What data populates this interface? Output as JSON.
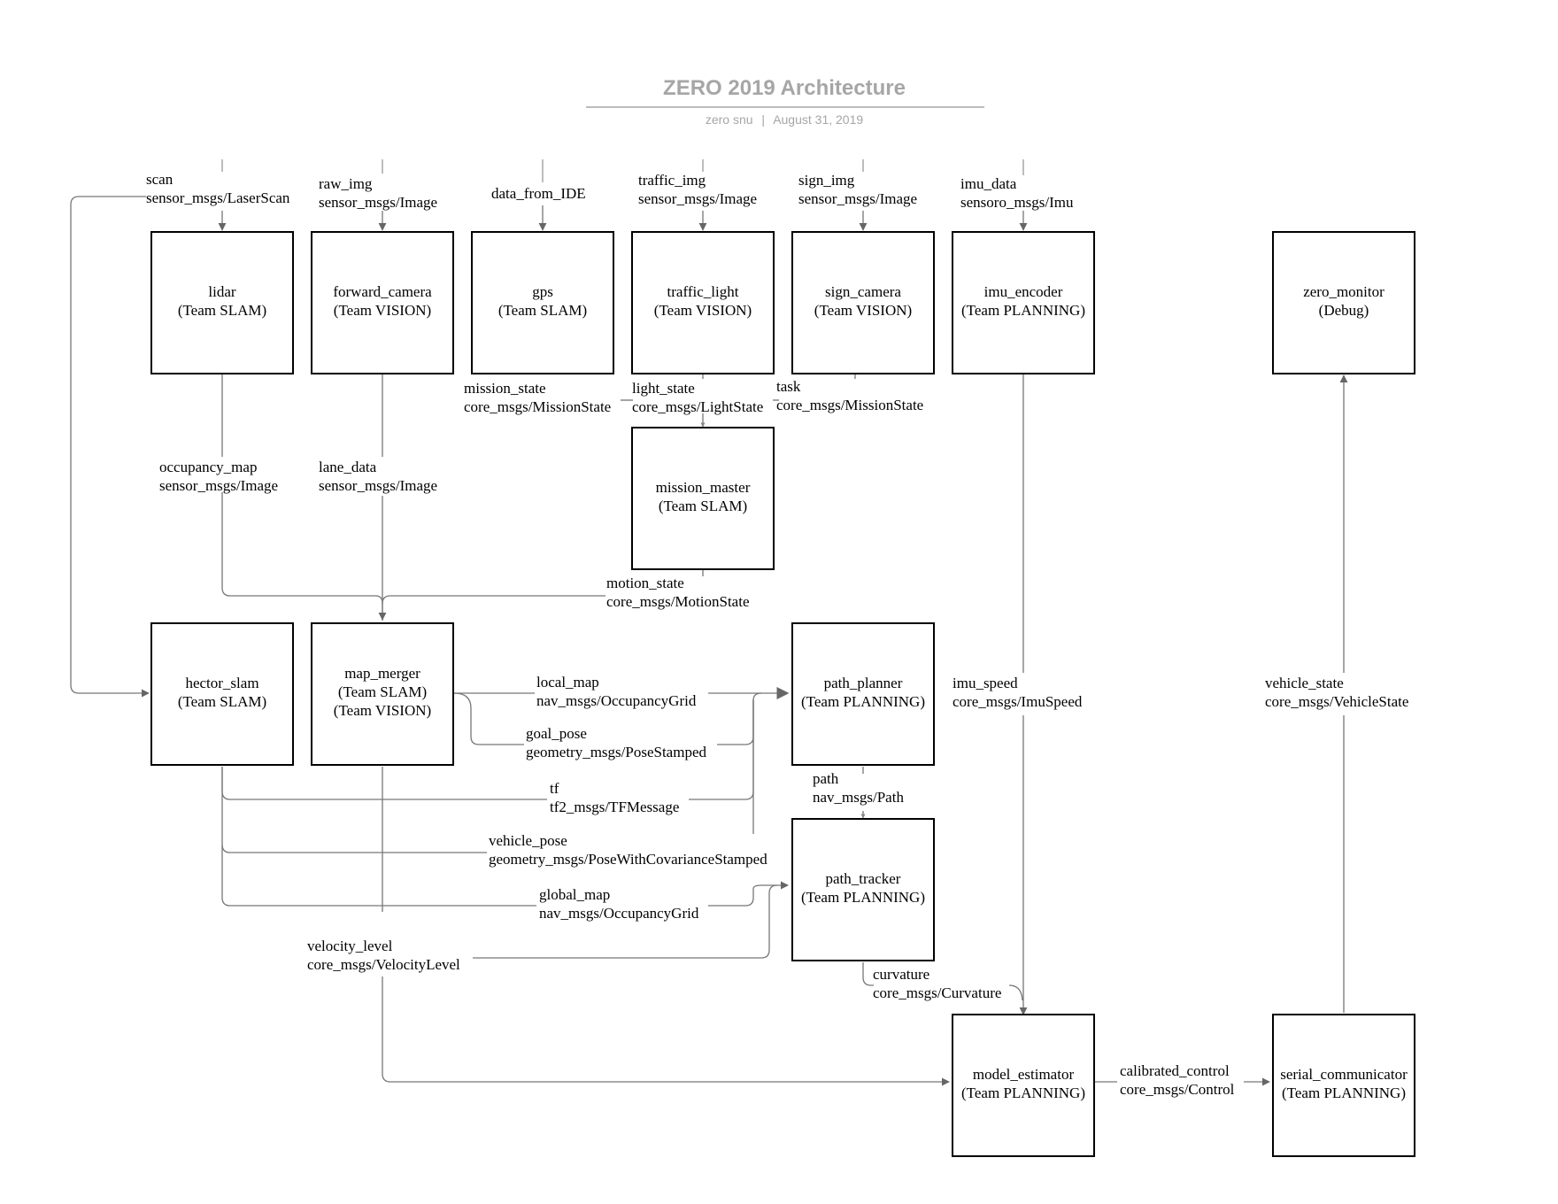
{
  "header": {
    "title": "ZERO 2019 Architecture",
    "author": "zero snu",
    "separator": "|",
    "date": "August 31, 2019"
  },
  "nodes": {
    "lidar": [
      "lidar",
      "(Team SLAM)"
    ],
    "forward_camera": [
      "forward_camera",
      "(Team VISION)"
    ],
    "gps": [
      "gps",
      "(Team SLAM)"
    ],
    "traffic_light": [
      "traffic_light",
      "(Team VISION)"
    ],
    "sign_camera": [
      "sign_camera",
      "(Team VISION)"
    ],
    "imu_encoder": [
      "imu_encoder",
      "(Team PLANNING)"
    ],
    "zero_monitor": [
      "zero_monitor",
      "(Debug)"
    ],
    "mission_master": [
      "mission_master",
      "(Team SLAM)"
    ],
    "hector_slam": [
      "hector_slam",
      "(Team SLAM)"
    ],
    "map_merger": [
      "map_merger",
      "(Team SLAM)",
      "(Team VISION)"
    ],
    "path_planner": [
      "path_planner",
      "(Team PLANNING)"
    ],
    "path_tracker": [
      "path_tracker",
      "(Team PLANNING)"
    ],
    "model_estimator": [
      "model_estimator",
      "(Team PLANNING)"
    ],
    "serial_communicator": [
      "serial_communicator",
      "(Team PLANNING)"
    ]
  },
  "edges": {
    "scan": [
      "scan",
      "sensor_msgs/LaserScan"
    ],
    "raw_img": [
      "raw_img",
      "sensor_msgs/Image"
    ],
    "data_from_ide": [
      "data_from_IDE"
    ],
    "traffic_img": [
      "traffic_img",
      "sensor_msgs/Image"
    ],
    "sign_img": [
      "sign_img",
      "sensor_msgs/Image"
    ],
    "imu_data": [
      "imu_data",
      "sensoro_msgs/Imu"
    ],
    "mission_state": [
      "mission_state",
      "core_msgs/MissionState"
    ],
    "light_state": [
      "light_state",
      "core_msgs/LightState"
    ],
    "task": [
      "task",
      "core_msgs/MissionState"
    ],
    "occupancy_map": [
      "occupancy_map",
      "sensor_msgs/Image"
    ],
    "lane_data": [
      "lane_data",
      "sensor_msgs/Image"
    ],
    "motion_state": [
      "motion_state",
      "core_msgs/MotionState"
    ],
    "local_map": [
      "local_map",
      "nav_msgs/OccupancyGrid"
    ],
    "goal_pose": [
      "goal_pose",
      "geometry_msgs/PoseStamped"
    ],
    "tf": [
      "tf",
      "tf2_msgs/TFMessage"
    ],
    "vehicle_pose": [
      "vehicle_pose",
      "geometry_msgs/PoseWithCovarianceStamped"
    ],
    "global_map": [
      "global_map",
      "nav_msgs/OccupancyGrid"
    ],
    "velocity_level": [
      "velocity_level",
      "core_msgs/VelocityLevel"
    ],
    "path": [
      "path",
      "nav_msgs/Path"
    ],
    "curvature": [
      "curvature",
      "core_msgs/Curvature"
    ],
    "imu_speed": [
      "imu_speed",
      "core_msgs/ImuSpeed"
    ],
    "vehicle_state": [
      "vehicle_state",
      "core_msgs/VehicleState"
    ],
    "calibrated_control": [
      "calibrated_control",
      "core_msgs/Control"
    ]
  }
}
